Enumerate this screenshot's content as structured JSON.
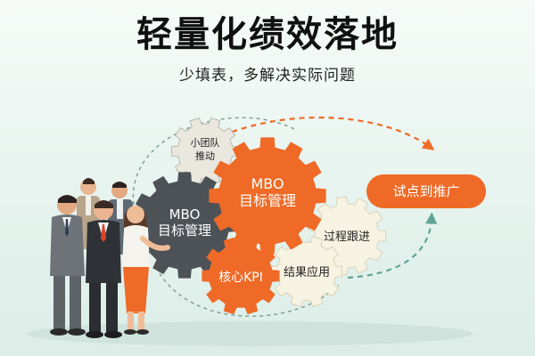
{
  "header": {
    "title": "轻量化绩效落地",
    "subtitle": "少填表，多解决实际问题"
  },
  "gears": {
    "small_team": {
      "line1": "小团队",
      "line2": "推动"
    },
    "mbo_dark": {
      "line1": "MBO",
      "line2": "目标管理"
    },
    "mbo_orange": {
      "line1": "MBO",
      "line2": "目标管理"
    },
    "core_kpi": {
      "label": "核心KPI"
    },
    "process_track": {
      "label": "过程跟进"
    },
    "result_apply": {
      "label": "结果应用"
    }
  },
  "pilot": {
    "label": "试点到推广"
  },
  "colors": {
    "orange": "#ee6a26",
    "dark_gear": "#4d5257",
    "light_gear": "#f7f3e3",
    "small_gear": "#e9e7de",
    "accent_green": "#5fa596",
    "background": "#e6f3ee"
  },
  "icons": {
    "people": "business-team-illustration",
    "cycle_arrows": "cycle-arrow-icons"
  }
}
